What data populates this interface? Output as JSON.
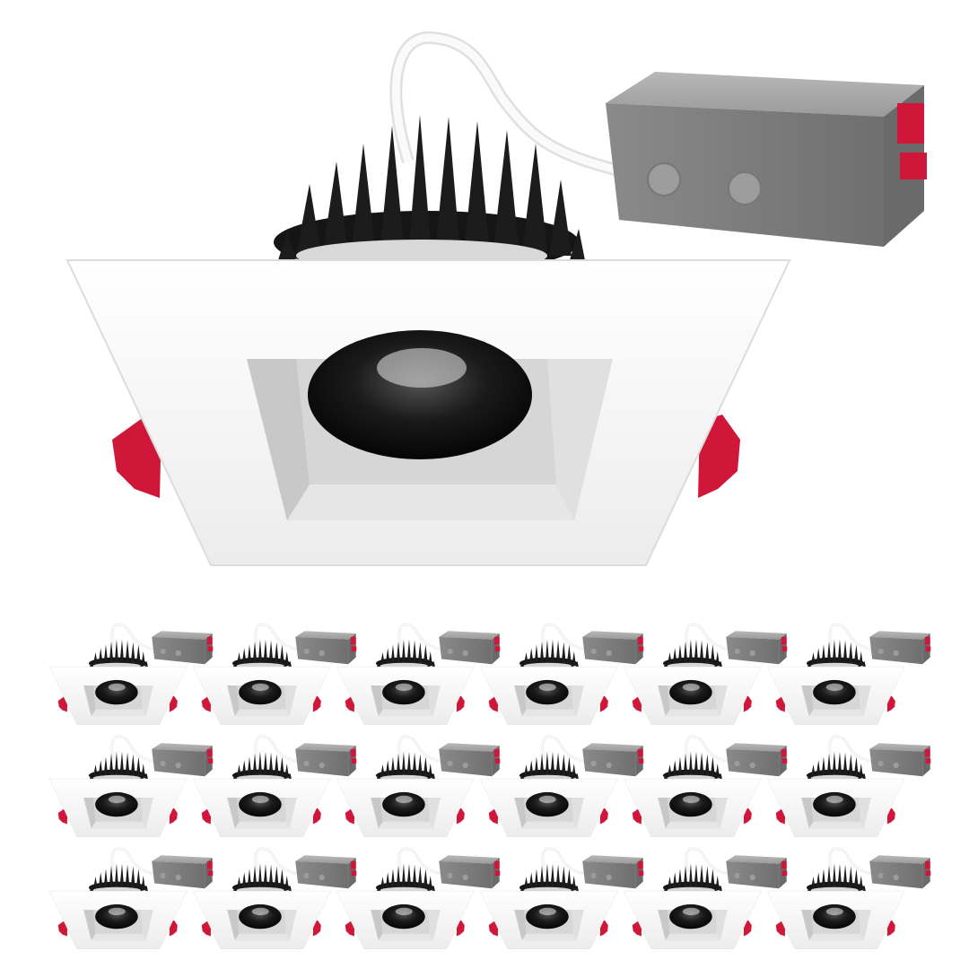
{
  "colors": {
    "background": "#ffffff",
    "trim": "#f2f2f2",
    "trim_shadow": "#d9d9d9",
    "heatsink": "#1c1c1c",
    "junction_box": "#8e8e8e",
    "clip": "#d0173a",
    "reflector": "#111111",
    "cable": "#f5f5f5"
  },
  "icons": [
    "downlight-image",
    "junction-box-image",
    "heatsink-image",
    "spring-clip-image"
  ]
}
